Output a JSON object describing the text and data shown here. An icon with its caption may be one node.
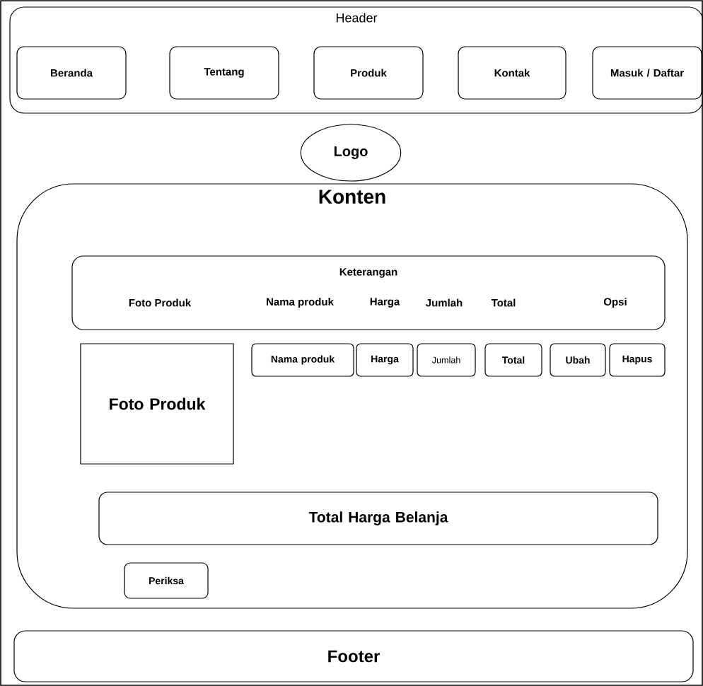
{
  "diagram": {
    "nodes": [
      {
        "text": [
          "Header"
        ]
      },
      {
        "text": [
          "Beranda"
        ],
        "in": 0
      },
      {
        "text": [
          "Tentang"
        ],
        "in": 0
      },
      {
        "text": [
          "Produk"
        ],
        "in": 0
      },
      {
        "text": [
          "Kontak"
        ],
        "in": 0
      },
      {
        "text": [
          "Masuk / Daftar"
        ],
        "in": 0
      },
      {
        "text": [
          "Logo"
        ]
      },
      {
        "text": [
          "Konten"
        ]
      },
      {
        "text": [
          "Keterangan",
          "Foto Produk",
          "Nama produk",
          "Harga",
          "Jumlah",
          "Total",
          "Opsi"
        ],
        "in": 7
      },
      {
        "text": [
          "Foto Produk"
        ],
        "in": 7
      },
      {
        "text": [
          "Nama produk"
        ],
        "in": 7
      },
      {
        "text": [
          "Harga"
        ],
        "in": 7
      },
      {
        "text": [
          "Jumlah"
        ],
        "in": 7
      },
      {
        "text": [
          "Total"
        ],
        "in": 7
      },
      {
        "text": [
          "Ubah"
        ],
        "in": 7
      },
      {
        "text": [
          "Hapus"
        ],
        "in": 7
      },
      {
        "text": [
          "Total Harga Belanja"
        ],
        "in": 7
      },
      {
        "text": [
          "Periksa"
        ],
        "in": 7
      },
      {
        "text": [
          "Footer"
        ]
      }
    ]
  }
}
